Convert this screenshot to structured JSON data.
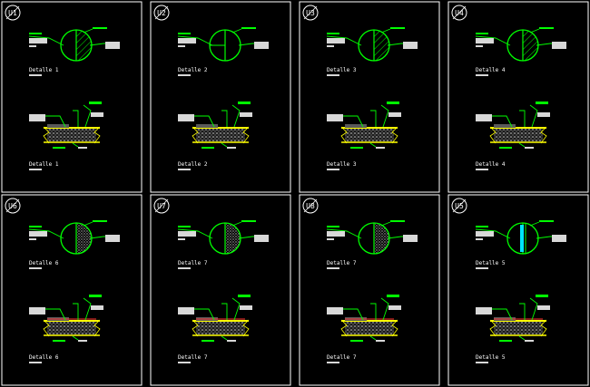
{
  "drawing": {
    "colors": {
      "background": "#000000",
      "frame": "#ffffff",
      "leader": "#00ff00",
      "hatch": "#00ff00",
      "membrane": "#ffff00",
      "concrete": "#c8c8c8",
      "note_block": "#d8d8d8",
      "accent_red": "#ff3030",
      "accent_cyan": "#00e5ff"
    },
    "panels": [
      {
        "tag": "U1",
        "detail_top": "Detalle 1",
        "detail_bottom": "Detalle 1",
        "fill": "hatch"
      },
      {
        "tag": "U2",
        "detail_top": "Detalle 2",
        "detail_bottom": "Detalle 2",
        "fill": "blank"
      },
      {
        "tag": "U3",
        "detail_top": "Detalle 3",
        "detail_bottom": "Detalle 3",
        "fill": "hatch"
      },
      {
        "tag": "U4",
        "detail_top": "Detalle 4",
        "detail_bottom": "Detalle 4",
        "fill": "hatch"
      },
      {
        "tag": "U6",
        "detail_top": "Detalle 6",
        "detail_bottom": "Detalle 6",
        "fill": "dots"
      },
      {
        "tag": "U7",
        "detail_top": "Detalle 7",
        "detail_bottom": "Detalle 7",
        "fill": "dots"
      },
      {
        "tag": "U8",
        "detail_top": "Detalle 7",
        "detail_bottom": "Detalle 7",
        "fill": "dots"
      },
      {
        "tag": "U5",
        "detail_top": "Detalle 5",
        "detail_bottom": "Detalle 5",
        "fill": "cyan"
      }
    ]
  }
}
